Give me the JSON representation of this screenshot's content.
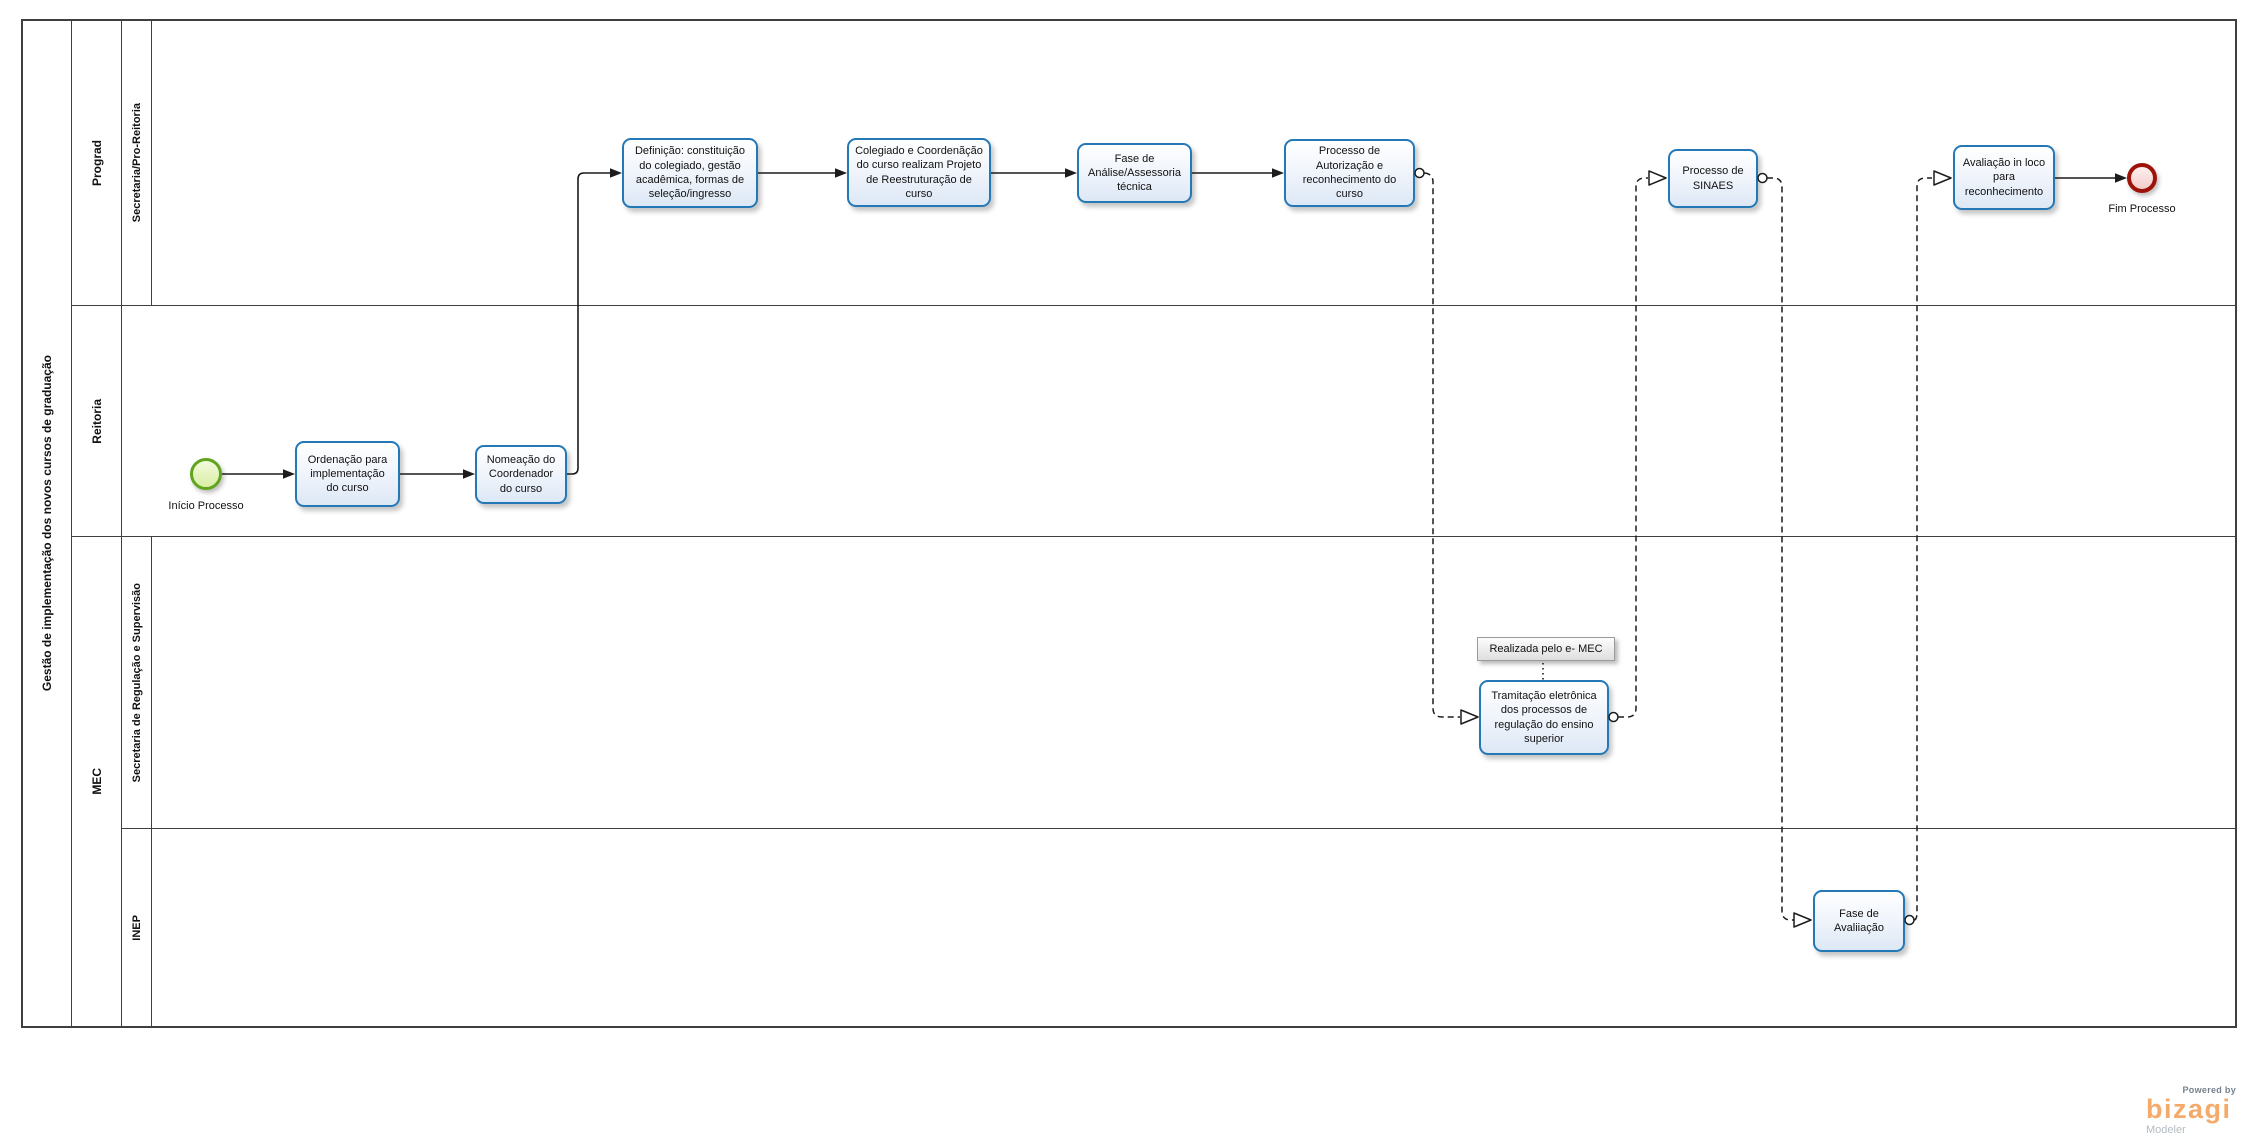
{
  "pool": {
    "title": "Gestão de implementação dos novos cursos de graduação"
  },
  "lanes": {
    "prograd": {
      "label": "Prograd",
      "sublane": "Secretaria/Pro-Reitoria"
    },
    "reitoria": {
      "label": "Reitoria"
    },
    "mec": {
      "label": "MEC",
      "sublanes": {
        "regulacao": "Secretaria de Regulação e Supervisão",
        "inep": "INEP"
      }
    }
  },
  "events": {
    "start": "Início Processo",
    "end": "Fim Processo"
  },
  "tasks": {
    "ordenacao": "Ordenação para\nimplementação\ndo curso",
    "nomeacao": "Nomeação do\nCoordenador\ndo curso",
    "definicao": "Definição: constituição\ndo colegiado, gestão\nacadêmica, formas de\nseleção/ingresso",
    "colegiado": "Colegiado e Coordenãção\ndo curso realizam Projeto\nde Reestruturação de\ncurso",
    "analise": "Fase de\nAnálise/Assessoria\ntécnica",
    "autorizacao": "Processo de\nAutorização e\nreconhecimento do\ncurso",
    "tramitacao": "Tramitação eletrônica\ndos processos de\nregulação do ensino\nsuperior",
    "sinaes": "Processo de\nSINAES",
    "fase_avaliacao": "Fase de\nAvaliiação",
    "avaliacao_loco": "Avaliação in loco\npara\nreconhecimento"
  },
  "annotation": {
    "text": "Realizada pelo e- MEC"
  },
  "branding": {
    "powered_by": "Powered by",
    "name": "bizagi",
    "product": "Modeler"
  },
  "colors": {
    "task_border": "#2478b5",
    "task_fill_top": "#ffffff",
    "task_fill_bottom": "#dde8f6",
    "start_border": "#61a41f",
    "start_fill_top": "#f2fadc",
    "start_fill_bottom": "#d9efa4",
    "end_border": "#9d1209",
    "end_fill_top": "#fdf0f0",
    "end_fill_bottom": "#f3cdca",
    "line": "#1c1c1c",
    "lane_line": "#3f3f3f",
    "text": "#111111",
    "annotation_border": "#9b9b9b",
    "annotation_fill_top": "#fdfdfd",
    "annotation_fill_bottom": "#dedede",
    "logo_orange": "#f4aa6a",
    "powered_gray": "#75818d",
    "modeler_gray": "#b4bcc2"
  }
}
